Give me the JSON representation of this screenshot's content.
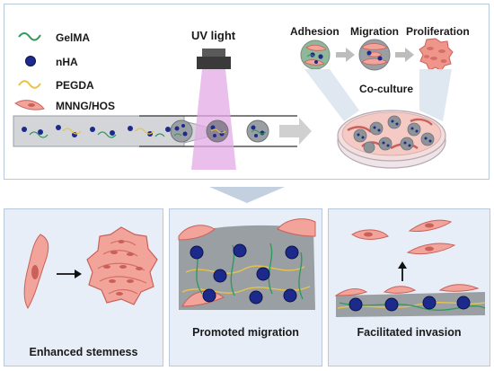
{
  "legend": {
    "gelma": "GelMA",
    "nha": "nHA",
    "pegda": "PEGDA",
    "cells": "MNNG/HOS"
  },
  "uv_label": "UV light",
  "steps": {
    "adhesion": "Adhesion",
    "migration": "Migration",
    "proliferation": "Proliferation",
    "coculture": "Co-culture"
  },
  "outcomes": {
    "stemness": "Enhanced stemness",
    "migration": "Promoted migration",
    "invasion": "Facilitated invasion"
  },
  "colors": {
    "gelma": "#2f9a5c",
    "nha": "#1c2a8c",
    "pegda": "#e6c34a",
    "cell": "#f2a49b",
    "cell_outline": "#c9605a",
    "gel": "#9a9fa3",
    "uv": "#e3a9e6",
    "frame": "#b9c9dd",
    "panel_bg": "#e8eef7",
    "arrow": "#c9c9c9"
  }
}
